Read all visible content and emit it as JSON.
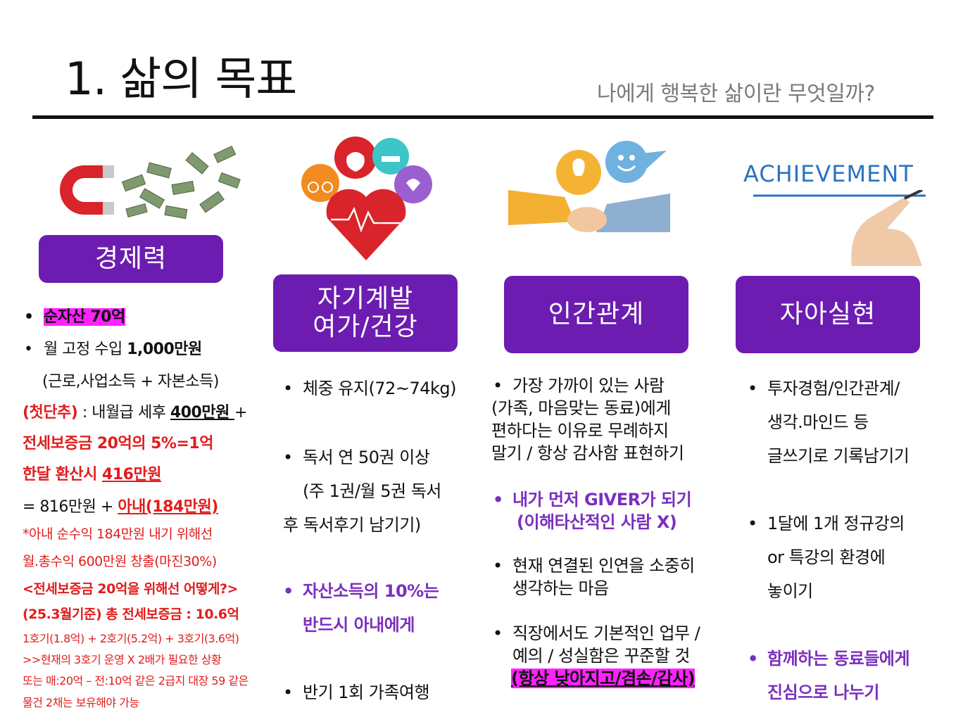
{
  "header": {
    "title": "1. 삶의 목표",
    "subtitle": "나에게 행복한 삶이란 무엇일까?"
  },
  "categories": {
    "economy": "경제력",
    "self_dev_line1": "자기계발",
    "self_dev_line2": "여가/건강",
    "relations": "인간관계",
    "self_real": "자아실현"
  },
  "images": {
    "achievement_text": "ACHIEVEMENT"
  },
  "economy": {
    "b1": "순자산 70억",
    "b2a": "월 고정 수입 ",
    "b2b": "1,000만원",
    "l3": "(근로,사업소득 + 자본소득)",
    "l4a": "(첫단추)",
    "l4b": " : 내월급 세후 ",
    "l4c": "400만원 ",
    "l4d": " +",
    "l5": "전세보증금 20억의 5%=1억",
    "l6a": "한달 환산시 ",
    "l6b": "416만원",
    "l7a": "= 816만원 + ",
    "l7b": "아내(184만원)",
    "l8": "*아내 순수익 184만원 내기 위해선",
    "l9": "월.총수익 600만원 창출(마진30%)",
    "l10": "<전세보증금 20억을 위해선 어떻게?>",
    "l11": "(25.3월기준) 총 전세보증금 : 10.6억",
    "l12": "1호기(1.8억) + 2호기(5.2억) + 3호기(3.6억)",
    "l13": ">>현재의 3호기 운영 X 2배가 필요한 상황",
    "l14": "또는 매:20억 – 전:10억 같은 2급지 대장 59 같은",
    "l15": "물건 2채는 보유해야 가능"
  },
  "selfdev": {
    "b1": "체중 유지(72~74kg)",
    "b2": "독서 연 50권 이상",
    "b2c1": "(주 1권/월 5권 독서",
    "b2c2": "후 독서후기 남기기)",
    "b3a": "자산소득의 10%는",
    "b3b": "반드시 아내에게",
    "b4": "반기 1회 가족여행"
  },
  "relations": {
    "b1a": "가장 가까이 있는 사람",
    "b1b": "(가족, 마음맞는 동료)에게",
    "b1c": "편하다는 이유로 무례하지",
    "b1d": "말기 / 항상 감사함 표현하기",
    "b2a": "내가 먼저 GIVER가 되기",
    "b2b": "(이해타산적인 사람 X)",
    "b3a": "현재 연결된 인연을 소중히",
    "b3b": "생각하는 마음",
    "b4a": "직장에서도 기본적인 업무 /",
    "b4b": "예의 / 성실함은 꾸준할 것",
    "b4c": "(항상 낮아지고/겸손/감사)"
  },
  "selfreal": {
    "b1a": "투자경험/인간관계/",
    "b1b": "생각.마인드 등",
    "b1c": "글쓰기로 기록남기기",
    "b2a": "1달에 1개 정규강의",
    "b2b": "or 특강의 환경에",
    "b2c": "놓이기",
    "b3a": "함께하는 동료들에게",
    "b3b": "진심으로 나누기"
  },
  "colors": {
    "category_bg": "#6c1cb0",
    "red_text": "#e21c1c",
    "purple_text": "#7b2fbe",
    "highlight": "#ff22ff"
  }
}
